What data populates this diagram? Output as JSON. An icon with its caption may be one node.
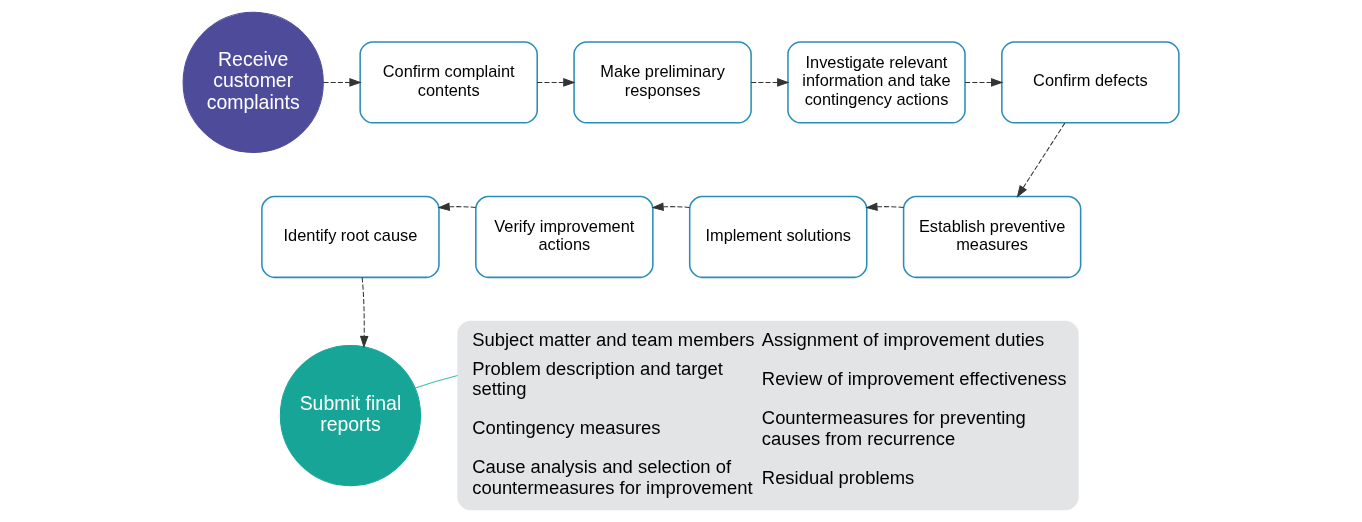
{
  "diagram": {
    "nodes": [
      {
        "text": [
          "Receive customer complaints"
        ]
      },
      {
        "text": [
          "Confirm complaint contents"
        ]
      },
      {
        "text": [
          "Make preliminary responses"
        ]
      },
      {
        "text": [
          "Investigate relevant information and take contingency actions"
        ]
      },
      {
        "text": [
          "Confirm defects"
        ]
      },
      {
        "text": [
          "Establish preventive measures"
        ]
      },
      {
        "text": [
          "Implement solutions"
        ]
      },
      {
        "text": [
          "Verify improvement actions"
        ]
      },
      {
        "text": [
          "Identify root cause"
        ]
      },
      {
        "text": [
          "Submit final reports"
        ]
      },
      {
        "text": [
          "Subject matter and team members",
          "Problem description and target setting",
          "Contingency measures",
          "Cause analysis and selection of countermeasures for improvement",
          "Assignment of improvement duties",
          "Review of improvement effectiveness",
          "Countermeasures for preventing causes from recurrence",
          "Residual problems"
        ]
      }
    ],
    "edges": [
      {
        "from": 0,
        "to": 1,
        "arrow": "to",
        "style": "dashed"
      },
      {
        "from": 1,
        "to": 2,
        "arrow": "to",
        "style": "dashed"
      },
      {
        "from": 2,
        "to": 3,
        "arrow": "to",
        "style": "dashed"
      },
      {
        "from": 3,
        "to": 4,
        "arrow": "to",
        "style": "dashed"
      },
      {
        "from": 4,
        "to": 5,
        "arrow": "to",
        "style": "dashed"
      },
      {
        "from": 5,
        "to": 6,
        "arrow": "to",
        "style": "dashed"
      },
      {
        "from": 6,
        "to": 7,
        "arrow": "to",
        "style": "dashed"
      },
      {
        "from": 7,
        "to": 8,
        "arrow": "to",
        "style": "dashed"
      },
      {
        "from": 8,
        "to": 9,
        "arrow": "to",
        "style": "dashed"
      },
      {
        "from": 9,
        "to": 10,
        "arrow": "none",
        "color": "#3fbfa8"
      }
    ]
  }
}
